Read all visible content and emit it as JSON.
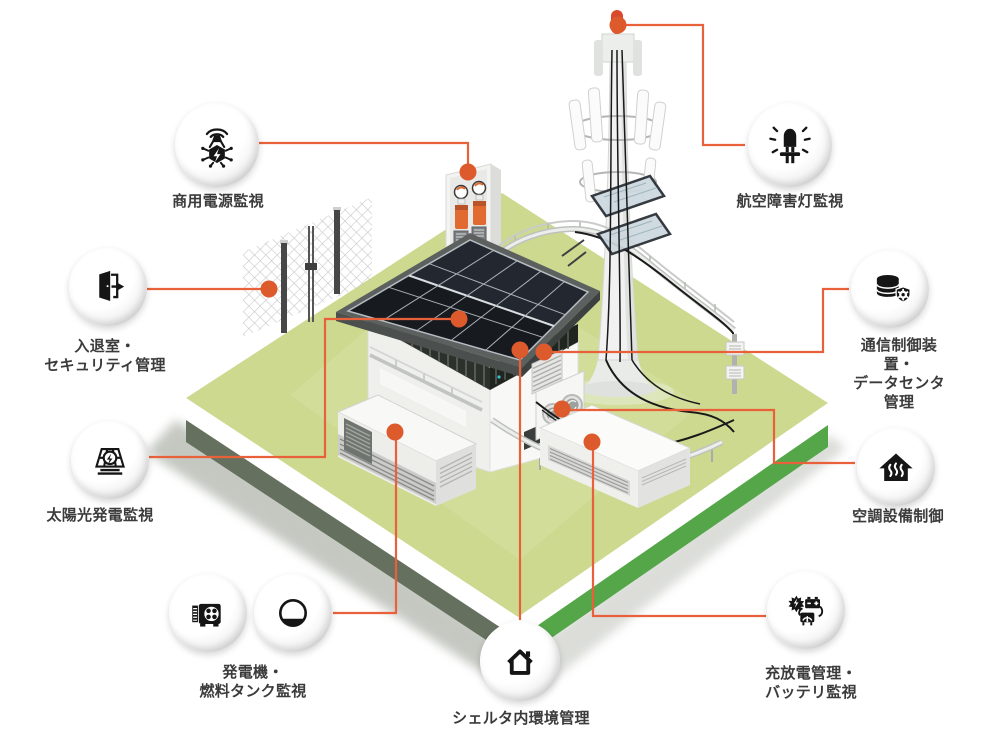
{
  "colors": {
    "accent_line": "#E8613A",
    "accent_dot": "#DD5A2D",
    "beacon_red": "#D94A2C",
    "platform_top": "#CCD98F",
    "platform_side_right": "#54A649",
    "platform_side_left": "#65705E",
    "roof_slab": "#5C615F",
    "solar_panel": "#1D2127",
    "label_text": "#3B3B3B",
    "icon_glyph": "#151515"
  },
  "callouts": [
    {
      "id": "commercial-power",
      "label": "商用電源監視",
      "icons": [
        "power-grid-icon"
      ],
      "target": "power-cabinet"
    },
    {
      "id": "aviation-obstruction-light",
      "label": "航空障害灯監視",
      "icons": [
        "obstruction-led-icon"
      ],
      "target": "tower-beacon"
    },
    {
      "id": "entry-security",
      "label": "入退室・\nセキュリティ管理",
      "icons": [
        "door-exit-icon"
      ],
      "target": "security-fence"
    },
    {
      "id": "solar-power",
      "label": "太陽光発電監視",
      "icons": [
        "solar-panel-icon"
      ],
      "target": "solar-roof"
    },
    {
      "id": "generator-fuel",
      "label": "発電機・\n燃料タンク監視",
      "icons": [
        "generator-icon",
        "fuel-tank-icon"
      ],
      "target": "generator-unit"
    },
    {
      "id": "shelter-environment",
      "label": "シェルタ内環境管理",
      "icons": [
        "shelter-house-icon"
      ],
      "target": "shelter-roof"
    },
    {
      "id": "charge-discharge-battery",
      "label": "充放電管理・\nバッテリ監視",
      "icons": [
        "battery-charge-icon"
      ],
      "target": "rectifier-cabinet"
    },
    {
      "id": "hvac-control",
      "label": "空調設備制御",
      "icons": [
        "hvac-house-icon"
      ],
      "target": "outdoor-ac-unit"
    },
    {
      "id": "comm-datacenter",
      "label": "通信制御装置・\nデータセンタ管理",
      "icons": [
        "database-shield-icon"
      ],
      "target": "equipment-racks"
    }
  ],
  "scene": {
    "elements": [
      "site-platform",
      "security-fence",
      "power-cabinet",
      "equipment-shelter",
      "solar-roof",
      "equipment-racks",
      "outdoor-ac-unit",
      "generator-unit",
      "rectifier-cabinet",
      "communication-tower",
      "tower-beacon",
      "antenna-panels",
      "cable-tray",
      "junction-boxes"
    ]
  }
}
